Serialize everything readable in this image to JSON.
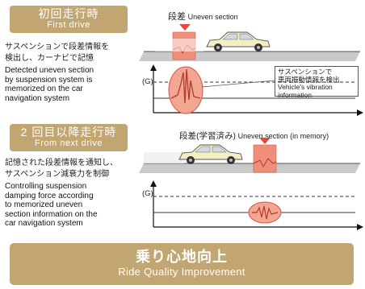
{
  "first": {
    "title_jp": "初回走行時",
    "title_en": "First drive",
    "desc_jp_1": "サスペンションで段差情報を",
    "desc_jp_2": "検出し、カーナビで記憶",
    "desc_en_1": "Detected uneven section",
    "desc_en_2": "by suspension system is",
    "desc_en_3": "memorized on the car",
    "desc_en_4": "navigation system",
    "step_label": "段差",
    "step_label_en": "Uneven section",
    "graph_label": "(G)",
    "callout_1": "サスペンションで",
    "callout_2": "車両振動情報を検出",
    "callout_3": "Vehicle's vibration",
    "callout_4": "information"
  },
  "next": {
    "title_jp": "2 回目以降走行時",
    "title_en": "From next drive",
    "desc_jp_1": "記憶された段差情報を通知し、",
    "desc_jp_2": "サスペンション減衰力を制御",
    "desc_en_1": "Controlling suspension",
    "desc_en_2": "damping force according",
    "desc_en_3": "to memorized uneven",
    "desc_en_4": "section information on the",
    "desc_en_5": "car navigation system",
    "step_label": "段差(学習済み)",
    "step_label_en": "Uneven section (in memory)",
    "graph_label": "(G)"
  },
  "result": {
    "title_jp": "乗り心地向上",
    "title_en": "Ride Quality Improvement"
  },
  "colors": {
    "badge": "#c2a672",
    "accent_red": "#e8473b",
    "step_fill": "#f08e7c",
    "road": "#c9c9c9",
    "car": "#f3eec3"
  }
}
